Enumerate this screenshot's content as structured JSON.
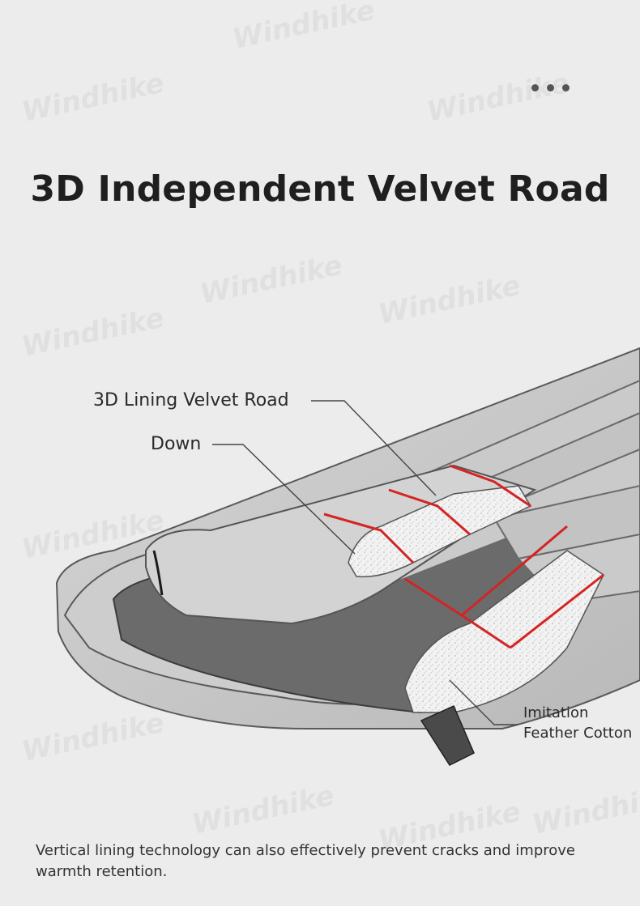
{
  "title": "3D Independent Velvet Road",
  "callouts": {
    "lining": "3D Lining Velvet Road",
    "down": "Down",
    "imitation_line1": "Imitation",
    "imitation_line2": "Feather Cotton"
  },
  "caption": "Vertical lining technology can also effectively prevent cracks and improve warmth retention.",
  "watermark": "Windhike",
  "colors": {
    "background": "#ececec",
    "shell": "#c8c8c8",
    "interior": "#6b6b6b",
    "stitch": "#d42424",
    "text": "#1f1f1f"
  },
  "icons": [
    "more-dots-icon"
  ]
}
